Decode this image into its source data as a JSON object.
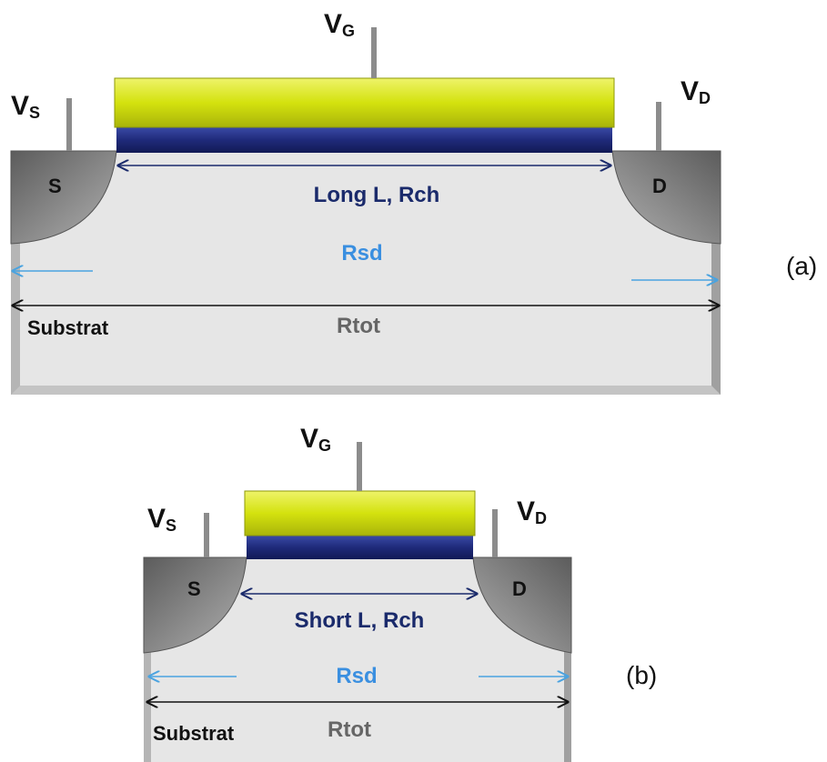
{
  "colors": {
    "gate": "#d4e20e",
    "oxide": "#1f2a7a",
    "substrate": "#e4e4e4",
    "well": "#8a8a8a",
    "channel_text": "#1a2a6b",
    "rsd": "#3a8fe0",
    "rtot": "#666666",
    "arrow_rsd": "#4aa3e0"
  },
  "diagram_a": {
    "caption": "(a)",
    "gate_main": "V",
    "gate_sub": "G",
    "source_main": "V",
    "source_sub": "S",
    "drain_main": "V",
    "drain_sub": "D",
    "source_label": "S",
    "drain_label": "D",
    "channel_label": "Long L, Rch",
    "rsd_label": "Rsd",
    "substrate_label": "Substrat",
    "rtot_label": "Rtot"
  },
  "diagram_b": {
    "caption": "(b)",
    "gate_main": "V",
    "gate_sub": "G",
    "source_main": "V",
    "source_sub": "S",
    "drain_main": "V",
    "drain_sub": "D",
    "source_label": "S",
    "drain_label": "D",
    "channel_label": "Short L, Rch",
    "rsd_label": "Rsd",
    "substrate_label": "Substrat",
    "rtot_label": "Rtot"
  }
}
